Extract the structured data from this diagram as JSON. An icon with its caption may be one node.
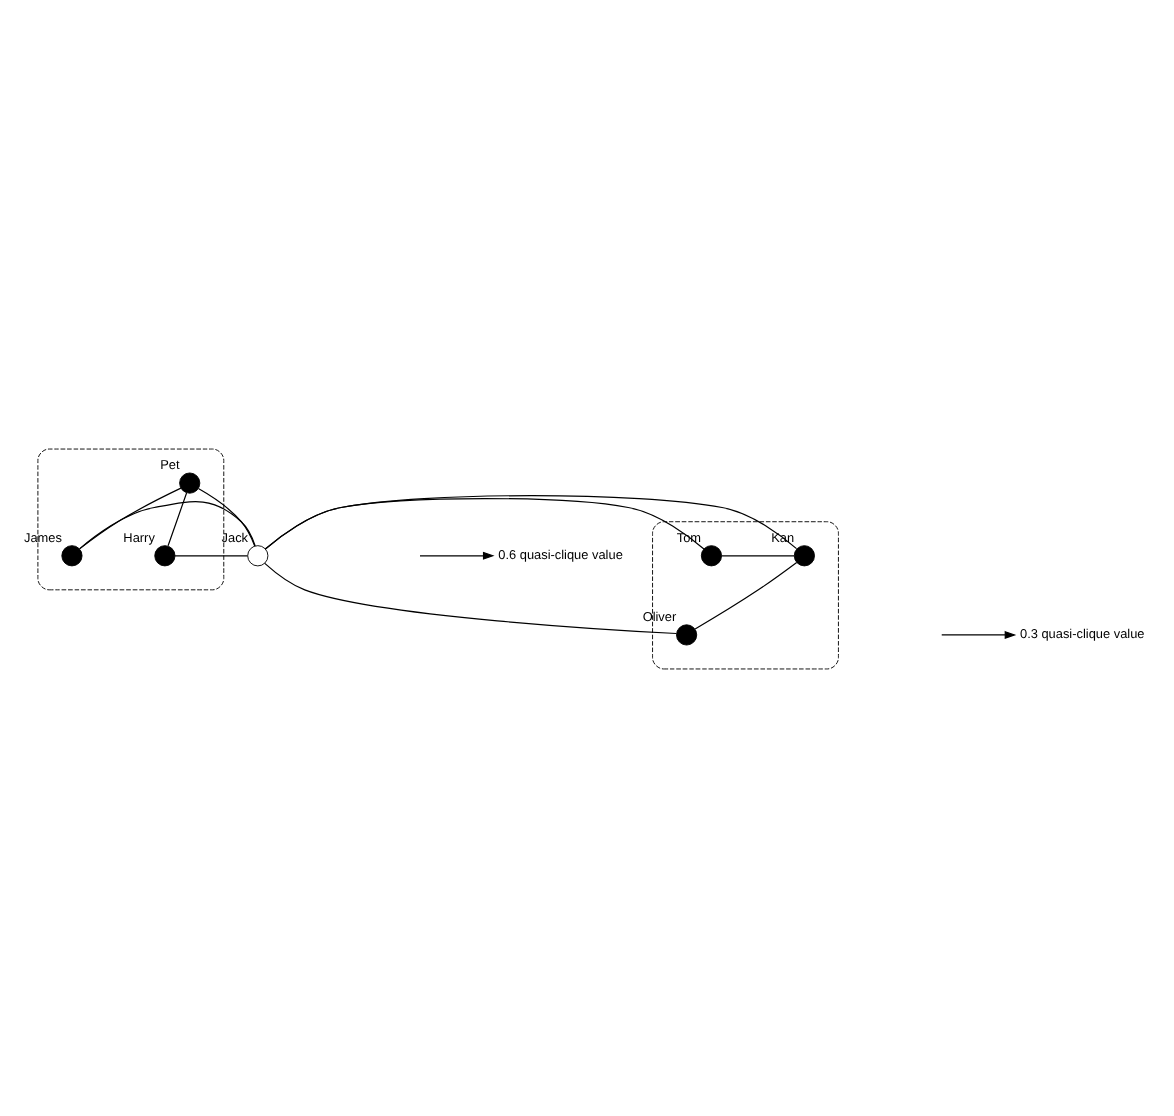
{
  "diagram": {
    "nodes": [
      {
        "text": [],
        "shape": "ellipse"
      },
      {
        "text": [],
        "shape": "circle",
        "beside": [
          "Pet"
        ],
        "in": 0
      },
      {
        "text": [],
        "shape": "circle",
        "beside": [
          "James"
        ],
        "in": 0
      },
      {
        "text": [],
        "shape": "circle",
        "beside": [
          "Harry"
        ],
        "in": 0
      },
      {
        "text": [],
        "shape": "circle",
        "beside": [
          "Jack"
        ]
      },
      {
        "text": [],
        "shape": "ellipse"
      },
      {
        "text": [],
        "shape": "circle",
        "beside": [
          "Kan"
        ],
        "in": 5
      },
      {
        "text": [],
        "shape": "circle",
        "beside": [
          "Tom"
        ],
        "in": 5
      },
      {
        "text": [],
        "shape": "circle",
        "beside": [
          "Oliver"
        ],
        "in": 5
      },
      {
        "text": [
          "0.6 quasi-clique value"
        ]
      },
      {
        "text": [
          "0.3 quasi-clique value"
        ]
      }
    ],
    "edges": [
      {
        "from": 1,
        "to": 2,
        "arrow": "none"
      },
      {
        "from": 1,
        "to": 3,
        "arrow": "none"
      },
      {
        "from": 1,
        "to": 4,
        "arrow": "none"
      },
      {
        "from": 2,
        "to": 4,
        "arrow": "none"
      },
      {
        "from": 3,
        "to": 4,
        "arrow": "none"
      },
      {
        "from": 4,
        "to": 6,
        "arrow": "none"
      },
      {
        "from": 4,
        "to": 8,
        "arrow": "none"
      },
      {
        "from": 4,
        "to": 7,
        "arrow": "none"
      },
      {
        "from": 6,
        "to": 8,
        "arrow": "none"
      },
      {
        "from": 6,
        "to": 7,
        "arrow": "none"
      },
      {
        "from": null,
        "to": 9,
        "arrow": "to"
      },
      {
        "from": null,
        "to": 10,
        "arrow": "to"
      }
    ]
  }
}
